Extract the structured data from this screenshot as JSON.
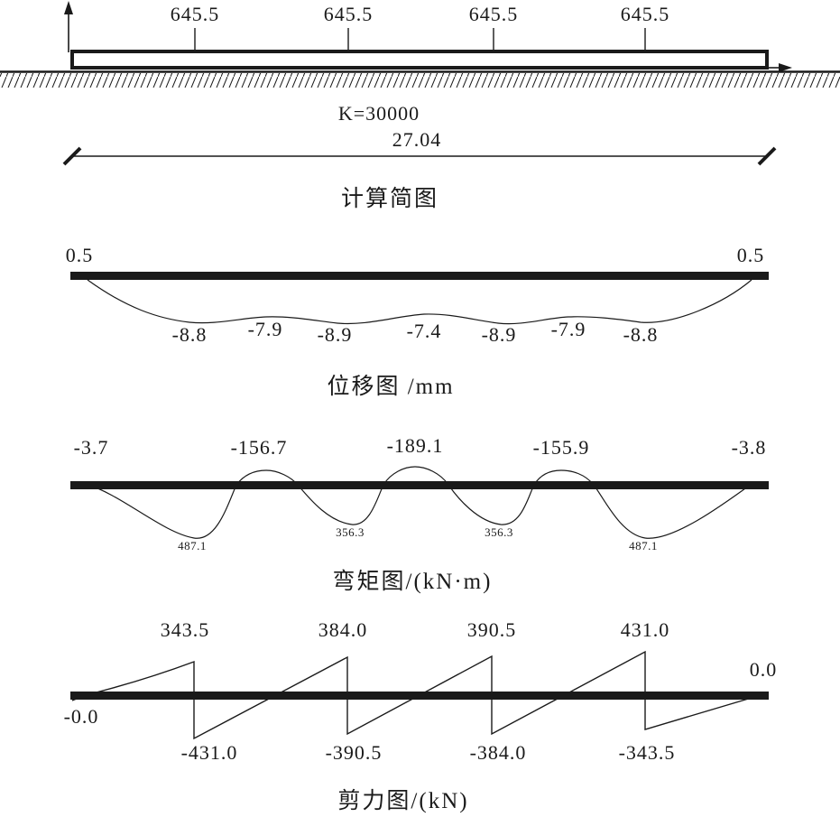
{
  "schematic": {
    "title": "计算简图",
    "k_label": "K=30000",
    "span_label": "27.04",
    "loads": [
      "645.5",
      "645.5",
      "645.5",
      "645.5"
    ]
  },
  "displacement": {
    "title": "位移图 /mm",
    "left_end": "0.5",
    "right_end": "0.5",
    "values": [
      "-8.8",
      "-7.9",
      "-8.9",
      "-7.4",
      "-8.9",
      "-7.9",
      "-8.8"
    ]
  },
  "moment": {
    "title": "弯矩图/(kN·m)",
    "top_values": [
      "-3.7",
      "-156.7",
      "-189.1",
      "-155.9",
      "-3.8"
    ],
    "bottom_values": [
      "487.1",
      "356.3",
      "356.3",
      "487.1"
    ]
  },
  "shear": {
    "title": "剪力图/(kN)",
    "top_values": [
      "343.5",
      "384.0",
      "390.5",
      "431.0"
    ],
    "left_end": "-0.0",
    "right_end": "0.0",
    "bottom_values": [
      "-431.0",
      "-390.5",
      "-384.0",
      "-343.5"
    ]
  },
  "chart_data": [
    {
      "type": "line",
      "title": "计算简图",
      "description": "beam on elastic foundation, K=30000, span 27.04, four equal point loads",
      "loads": [
        645.5,
        645.5,
        645.5,
        645.5
      ],
      "foundation_stiffness": 30000,
      "span": 27.04
    },
    {
      "type": "line",
      "title": "位移图 /mm",
      "ylabel": "displacement (mm)",
      "end_values": [
        0.5,
        0.5
      ],
      "interior_minima": [
        -8.8,
        -7.9,
        -8.9,
        -7.4,
        -8.9,
        -7.9,
        -8.8
      ]
    },
    {
      "type": "line",
      "title": "弯矩图/(kN·m)",
      "ylabel": "bending moment (kN·m)",
      "negative_peaks": [
        -3.7,
        -156.7,
        -189.1,
        -155.9,
        -3.8
      ],
      "positive_peaks": [
        487.1,
        356.3,
        356.3,
        487.1
      ]
    },
    {
      "type": "line",
      "title": "剪力图/(kN)",
      "ylabel": "shear force (kN)",
      "end_values": [
        -0.0,
        0.0
      ],
      "positive_peaks": [
        343.5,
        384.0,
        390.5,
        431.0
      ],
      "negative_peaks": [
        -431.0,
        -390.5,
        -384.0,
        -343.5
      ]
    }
  ]
}
